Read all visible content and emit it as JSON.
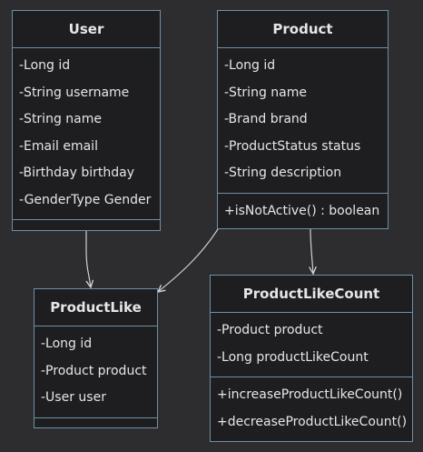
{
  "classes": {
    "user": {
      "name": "User",
      "attributes": [
        "-Long id",
        "-String username",
        "-String name",
        "-Email email",
        "-Birthday birthday",
        "-GenderType Gender"
      ],
      "methods": []
    },
    "product": {
      "name": "Product",
      "attributes": [
        "-Long id",
        "-String name",
        "-Brand brand",
        "-ProductStatus status",
        "-String description"
      ],
      "methods": [
        "+isNotActive() : boolean"
      ]
    },
    "product_like": {
      "name": "ProductLike",
      "attributes": [
        "-Long id",
        "-Product product",
        "-User user"
      ],
      "methods": []
    },
    "product_like_count": {
      "name": "ProductLikeCount",
      "attributes": [
        "-Product product",
        "-Long productLikeCount"
      ],
      "methods": [
        "+increaseProductLikeCount()",
        "+decreaseProductLikeCount()"
      ]
    }
  },
  "colors": {
    "background": "#2d2d2f",
    "box_fill": "#1e1e20",
    "box_border": "#6f8fa6",
    "text": "#e6e6e6",
    "edge": "#d0d0d0"
  }
}
